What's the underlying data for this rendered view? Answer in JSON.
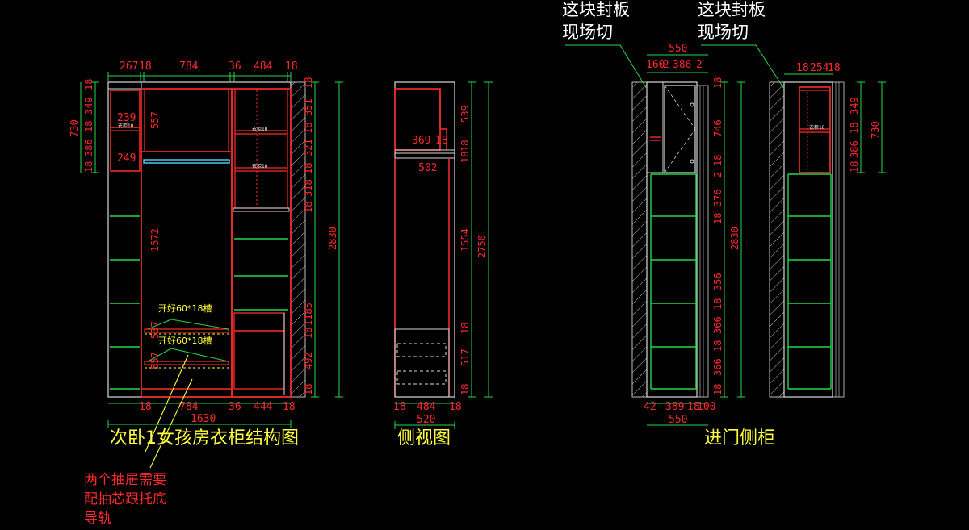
{
  "titles": {
    "main": "次卧1女孩房衣柜结构图",
    "side": "侧视图",
    "entry": "进门侧柜"
  },
  "notes": {
    "seal_panel_left_1": "这块封板",
    "seal_panel_left_2": "现场切",
    "seal_panel_right_1": "这块封板",
    "seal_panel_right_2": "现场切",
    "drawer_note_1": "两个抽屉需要",
    "drawer_note_2": "配抽芯跟托底",
    "drawer_note_3": "导轨",
    "groove_1": "开好60*18槽",
    "groove_2": "开好60*18槽"
  },
  "dims_main": {
    "top": [
      "267",
      "18",
      "784",
      "36",
      "484",
      "18"
    ],
    "bottom": [
      "18",
      "784",
      "36",
      "444",
      "18"
    ],
    "total_width": "1630",
    "left": [
      "18",
      "349",
      "18",
      "386",
      "18"
    ],
    "left_total": "730",
    "left_inner": [
      "239",
      "249"
    ],
    "mid": [
      "557",
      "1572",
      "537",
      "557"
    ],
    "right": [
      "18",
      "351",
      "18",
      "321",
      "18",
      "318",
      "18",
      "1185",
      "18",
      "492",
      "18"
    ],
    "height_total": "2830",
    "tiny_label": "衣柜10"
  },
  "dims_side": {
    "top_inner": "369",
    "top_gap": "18",
    "mid": "502",
    "bottom": [
      "18",
      "484",
      "18"
    ],
    "total_width": "520",
    "right": [
      "539",
      "18",
      "18",
      "1554",
      "18",
      "517",
      "18"
    ],
    "height_total": "2750"
  },
  "dims_entry_a": {
    "top_total": "550",
    "top": [
      "160",
      "2",
      "386",
      "2"
    ],
    "bottom": [
      "42",
      "389",
      "18",
      "100"
    ],
    "bottom_total": "550",
    "right": [
      "18",
      "746",
      "18",
      "2",
      "376",
      "18",
      "356",
      "18",
      "366",
      "18",
      "366",
      "18"
    ],
    "height_total": "2830"
  },
  "dims_entry_b": {
    "top": [
      "18",
      "254",
      "18"
    ],
    "right": [
      "349",
      "18",
      "386",
      "18"
    ],
    "right_total": "730",
    "tiny_label": "衣柜10"
  }
}
